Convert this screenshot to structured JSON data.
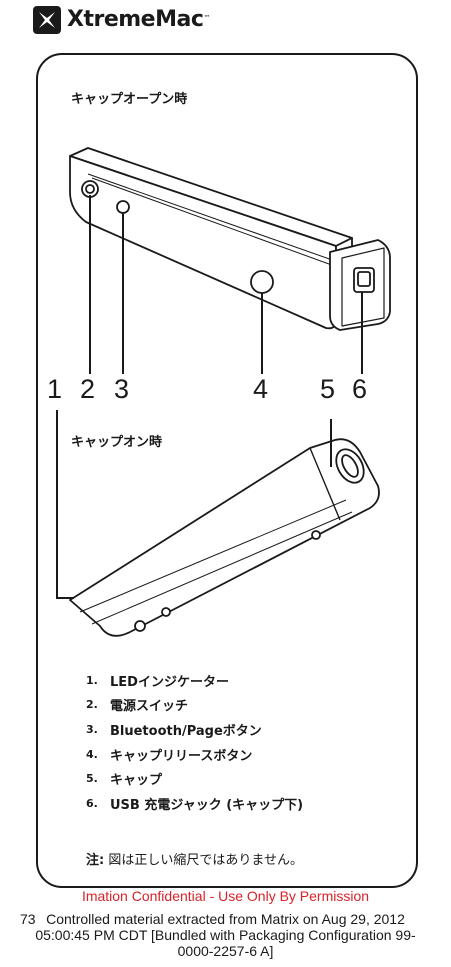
{
  "header": {
    "brand_name": "XtremeMac",
    "trademark": "™"
  },
  "diagram": {
    "cap_open_title": "キャップオープン時",
    "cap_on_title": "キャップオン時",
    "callouts": [
      "1",
      "2",
      "3",
      "4",
      "5",
      "6"
    ]
  },
  "parts_list": [
    {
      "num": "1.",
      "label": "LEDインジケーター"
    },
    {
      "num": "2.",
      "label": "電源スイッチ"
    },
    {
      "num": "3.",
      "label": "Bluetooth/Pageボタン"
    },
    {
      "num": "4.",
      "label": "キャップリリースボタン"
    },
    {
      "num": "5.",
      "label": "キャップ"
    },
    {
      "num": "6.",
      "label": "USB 充電ジャック (キャップ下)"
    }
  ],
  "note": {
    "prefix": "注:",
    "text": " 図は正しい縮尺ではありません。"
  },
  "confidential": "Imation Confidential - Use Only By Permission",
  "footer": {
    "page_number": "73",
    "line1": "Controlled material extracted from Matrix on Aug 29, 2012",
    "line2": "05:00:45 PM CDT [Bundled with Packaging Configuration 99-",
    "line3": "0000-2257-6 A]"
  }
}
